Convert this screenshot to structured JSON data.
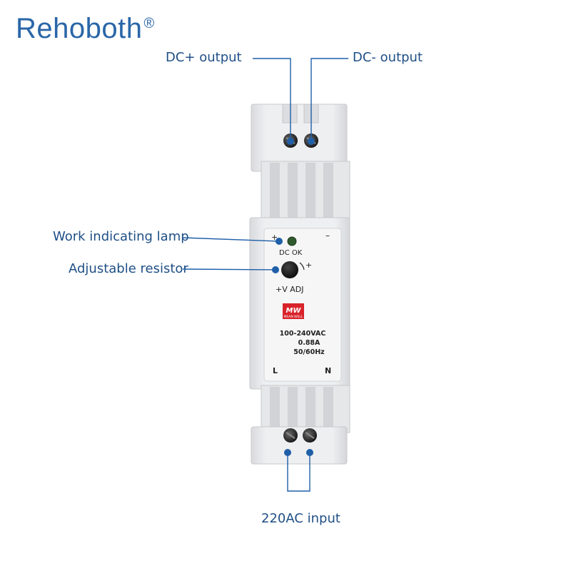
{
  "brand": {
    "name": "Rehoboth",
    "registered": "®"
  },
  "callouts": {
    "dc_plus": "DC+ output",
    "dc_minus": "DC- output",
    "work_lamp": "Work indicating lamp",
    "adjustable_resistor": "Adjustable resistor",
    "ac_input": "220AC input"
  },
  "device": {
    "plus": "+",
    "minus": "–",
    "dc_ok": "DC OK",
    "adj_plus": "+",
    "v_adj": "+V ADJ",
    "logo_mark": "MW",
    "logo_text": "MEAN WELL",
    "spec_voltage": "100-240VAC",
    "spec_current": "0.88A",
    "spec_freq": "50/60Hz",
    "terminal_l": "L",
    "terminal_n": "N"
  },
  "colors": {
    "brand_blue": "#2a66a8",
    "callout_text": "#1f4f86",
    "marker_blue": "#1f5fa8",
    "housing": "#ecedef",
    "led_green": "#2e5a2e",
    "logo_red": "#d8232a"
  }
}
